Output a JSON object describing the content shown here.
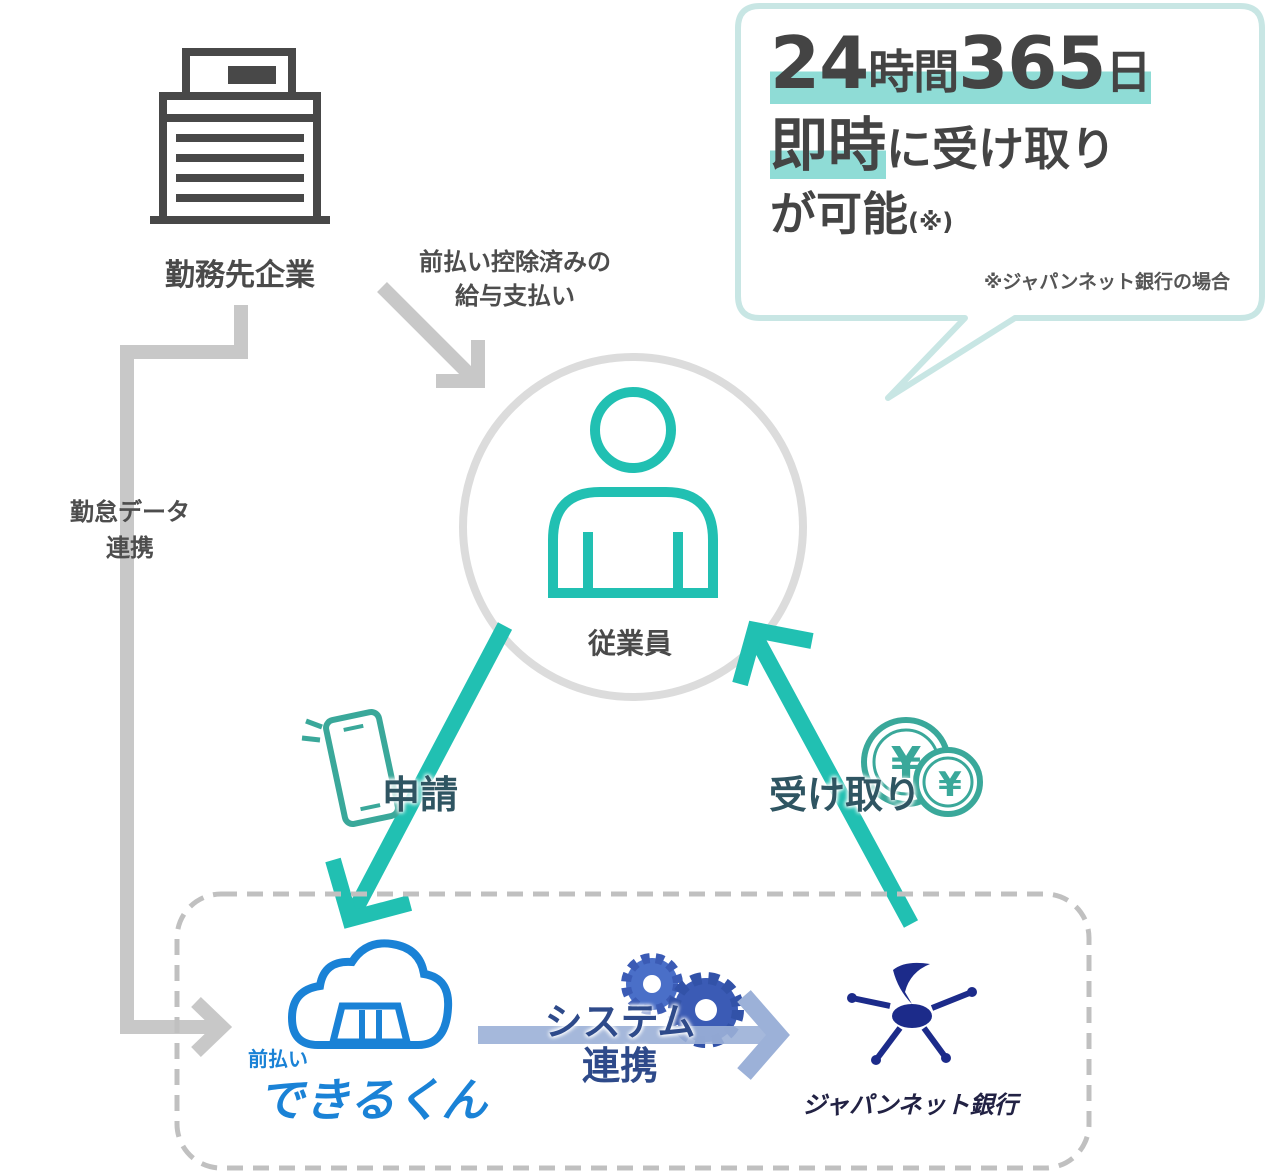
{
  "bubble": {
    "line1": {
      "hours": "24",
      "hours_unit": "時間",
      "days": "365",
      "days_unit": "日"
    },
    "line2": {
      "highlight": "即時",
      "rest": "に受け取り"
    },
    "line3": {
      "text": "が可能",
      "note_mark": "(※)"
    },
    "footnote": "※ジャパンネット銀行の場合"
  },
  "nodes": {
    "company": "勤務先企業",
    "employee": "従業員",
    "app_logo": {
      "prefix": "前払い",
      "main": "できるくん"
    },
    "bank": "ジャパンネット銀行"
  },
  "edges": {
    "salary_payment": {
      "line1": "前払い控除済みの",
      "line2": "給与支払い"
    },
    "attendance": {
      "line1": "勤怠データ",
      "line2": "連携"
    },
    "apply": "申請",
    "receive": "受け取り",
    "system": {
      "line1": "システム",
      "line2": "連携"
    }
  },
  "icons": [
    "building-icon",
    "person-icon",
    "smartphone-icon",
    "yen-coins-icon",
    "cloud-icon",
    "gears-icon",
    "bank-logo-icon"
  ],
  "colors": {
    "teal": "#21c0b2",
    "gray": "#c8c8c8",
    "blue": "#1a82d6",
    "navy": "#1c2b8a",
    "bubble_border": "#c8e6e4",
    "highlight": "#8fdcd6"
  }
}
